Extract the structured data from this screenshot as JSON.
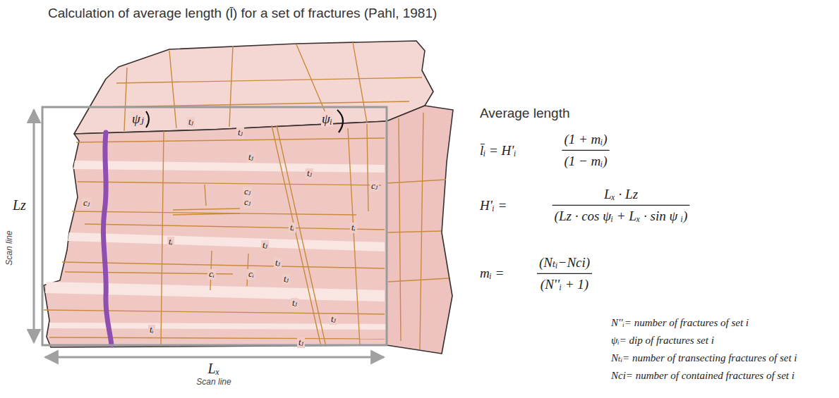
{
  "diagram": {
    "title": "Calculation of average length (l̄) for a set of fractures (Pahl, 1981)",
    "labels": [
      "ψⱼ",
      "ψᵢ",
      "tⱼ",
      "tⱼ",
      "tⱼ",
      "tⱼ",
      "cⱼ",
      "cⱼ",
      "cⱼ",
      "cⱼ",
      "tᵢ",
      "tᵢ",
      "tᵢ",
      "tⱼ",
      "tⱼ",
      "cᵢ",
      "cᵢ",
      "tⱼ",
      "tⱼ",
      "tⱼ",
      "tᵢ",
      "tⱼ",
      "Lz",
      "Scan line",
      "Lₓ",
      "Scan line",
      "Average length",
      "l̄ᵢ = H'ᵢ",
      "(1 + mᵢ)",
      "(1 − mᵢ)",
      "H'ᵢ =",
      "Lₓ · Lz",
      "(Lz · cos ψᵢ + Lₓ · sin ψ ᵢ)",
      "mᵢ =",
      "(Nₜᵢ−Nci)",
      "(N''ᵢ + 1)",
      "N''ᵢ= number of fractures of set i",
      "ψᵢ= dip of fractures set i",
      "Nₜᵢ= number of transecting fractures of set i",
      "Nci= number of contained fractures of set i"
    ]
  }
}
